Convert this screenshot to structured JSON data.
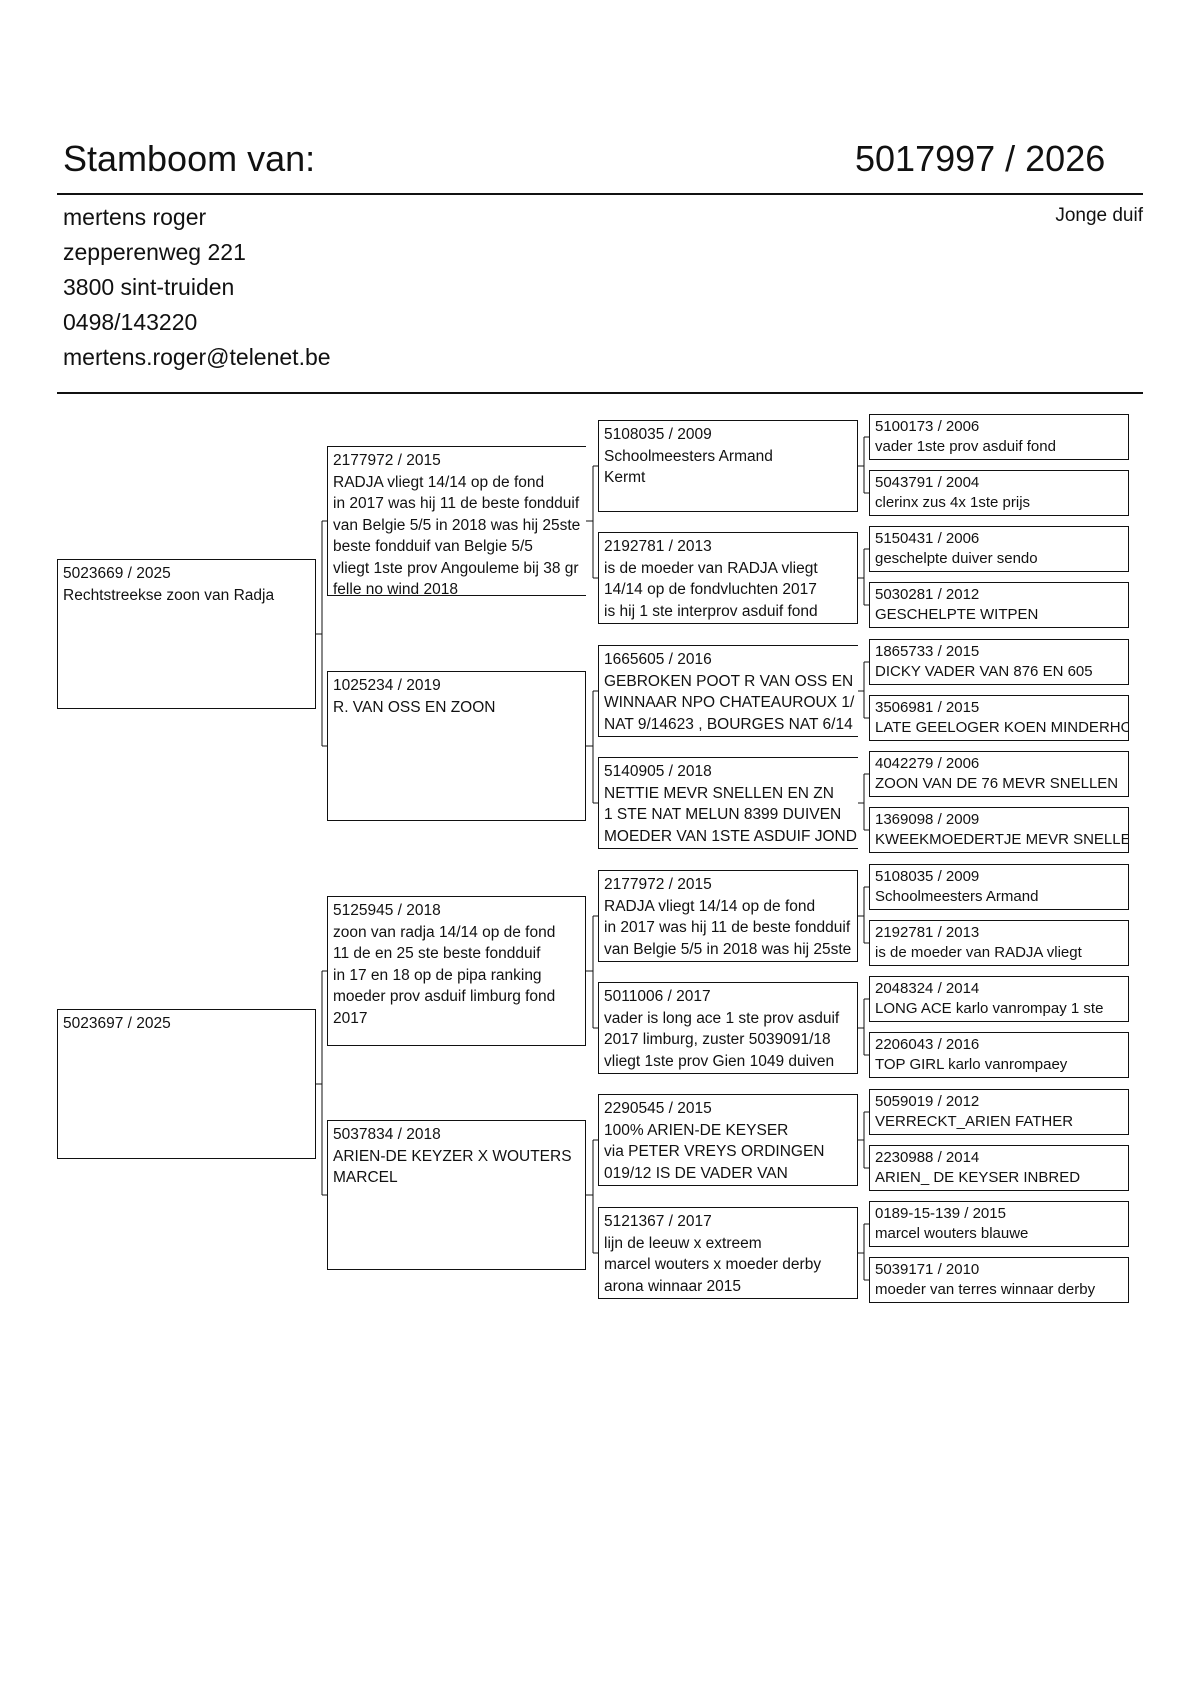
{
  "header": {
    "title": "Stamboom van:",
    "ring_number": "5017997 / 2026",
    "status": "Jonge duif"
  },
  "owner": {
    "name": "mertens roger",
    "street": "zepperenweg  221",
    "city": "3800  sint-truiden",
    "phone": "0498/143220",
    "email": "mertens.roger@telenet.be"
  },
  "pedigree": {
    "gen1": [
      {
        "lines": [
          "5023669 / 2025",
          "Rechtstreekse zoon van Radja"
        ]
      },
      {
        "lines": [
          "5023697 / 2025"
        ]
      }
    ],
    "gen2": [
      {
        "lines": [
          "2177972 / 2015",
          "RADJA vliegt 14/14 op de fond",
          " in 2017 was hij 11 de beste fondduif",
          "van Belgie 5/5 in 2018 was hij 25ste",
          "beste fondduif van Belgie 5/5",
          "vliegt 1ste prov Angouleme bij 38 gr",
          "felle no wind  2018"
        ]
      },
      {
        "lines": [
          "1025234 / 2019",
          "R. VAN OSS EN ZOON"
        ]
      },
      {
        "lines": [
          "5125945 / 2018",
          "zoon van radja 14/14 op de fond",
          "11 de en 25 ste beste fondduif",
          "in 17 en 18 op de pipa ranking",
          "moeder prov asduif limburg fond",
          "2017"
        ]
      },
      {
        "lines": [
          "5037834 / 2018",
          "ARIEN-DE KEYZER X WOUTERS",
          "MARCEL"
        ]
      }
    ],
    "gen3": [
      {
        "lines": [
          "5108035 / 2009",
          "Schoolmeesters Armand",
          "Kermt"
        ]
      },
      {
        "lines": [
          "2192781 / 2013",
          "is de moeder van RADJA vliegt",
          "14/14 op de fondvluchten 2017",
          "is hij 1 ste interprov asduif fond"
        ]
      },
      {
        "lines": [
          "1665605 / 2016",
          "GEBROKEN POOT    R VAN OSS EN",
          "WINNAAR NPO CHATEAUROUX 1/",
          "NAT 9/14623 , BOURGES NAT 6/14"
        ]
      },
      {
        "lines": [
          "5140905 / 2018",
          "NETTIE MEVR SNELLEN EN ZN",
          "1 STE NAT MELUN 8399 DUIVEN",
          "MOEDER VAN 1STE ASDUIF JOND"
        ]
      },
      {
        "lines": [
          "2177972 / 2015",
          "RADJA vliegt 14/14 op de fond",
          " in 2017 was hij 11 de beste fondduif",
          "van Belgie 5/5 in 2018 was hij 25ste"
        ]
      },
      {
        "lines": [
          "5011006 / 2017",
          "vader is long ace 1 ste prov asduif",
          "2017 limburg,  zuster 5039091/18",
          "vliegt 1ste prov Gien 1049 duiven"
        ]
      },
      {
        "lines": [
          "2290545 / 2015",
          "100% ARIEN-DE KEYSER",
          "via PETER VREYS   ORDINGEN",
          "019/12 IS DE VADER VAN"
        ]
      },
      {
        "lines": [
          "5121367 / 2017",
          "lijn de leeuw x extreem",
          "marcel wouters  x moeder derby",
          "arona winnaar 2015"
        ]
      }
    ],
    "gen4": [
      {
        "lines": [
          "5100173 / 2006",
          "vader 1ste prov asduif fond"
        ]
      },
      {
        "lines": [
          "5043791 / 2004",
          "clerinx zus 4x 1ste prijs"
        ]
      },
      {
        "lines": [
          "5150431 / 2006",
          "geschelpte duiver sendo"
        ]
      },
      {
        "lines": [
          "5030281 / 2012",
          "GESCHELPTE WITPEN"
        ]
      },
      {
        "lines": [
          "1865733 / 2015",
          "DICKY VADER VAN 876 EN 605"
        ]
      },
      {
        "lines": [
          "3506981 / 2015",
          "LATE GEELOGER KOEN MINDERHO"
        ]
      },
      {
        "lines": [
          "4042279 / 2006",
          "ZOON VAN DE 76 MEVR SNELLEN"
        ]
      },
      {
        "lines": [
          "1369098 / 2009",
          "KWEEKMOEDERTJE MEVR SNELLE"
        ]
      },
      {
        "lines": [
          "5108035 / 2009",
          "Schoolmeesters Armand"
        ]
      },
      {
        "lines": [
          "2192781 / 2013",
          "is de moeder van RADJA vliegt"
        ]
      },
      {
        "lines": [
          "2048324 / 2014",
          "LONG ACE karlo vanrompay 1 ste"
        ]
      },
      {
        "lines": [
          "2206043 / 2016",
          "TOP GIRL karlo vanrompaey"
        ]
      },
      {
        "lines": [
          "5059019 / 2012",
          "VERRECKT_ARIEN FATHER"
        ]
      },
      {
        "lines": [
          "2230988 / 2014",
          "ARIEN_ DE KEYSER  INBRED"
        ]
      },
      {
        "lines": [
          "0189-15-139 / 2015",
          "marcel wouters blauwe"
        ]
      },
      {
        "lines": [
          "5039171 / 2010",
          "moeder van terres winnaar derby"
        ]
      }
    ]
  }
}
